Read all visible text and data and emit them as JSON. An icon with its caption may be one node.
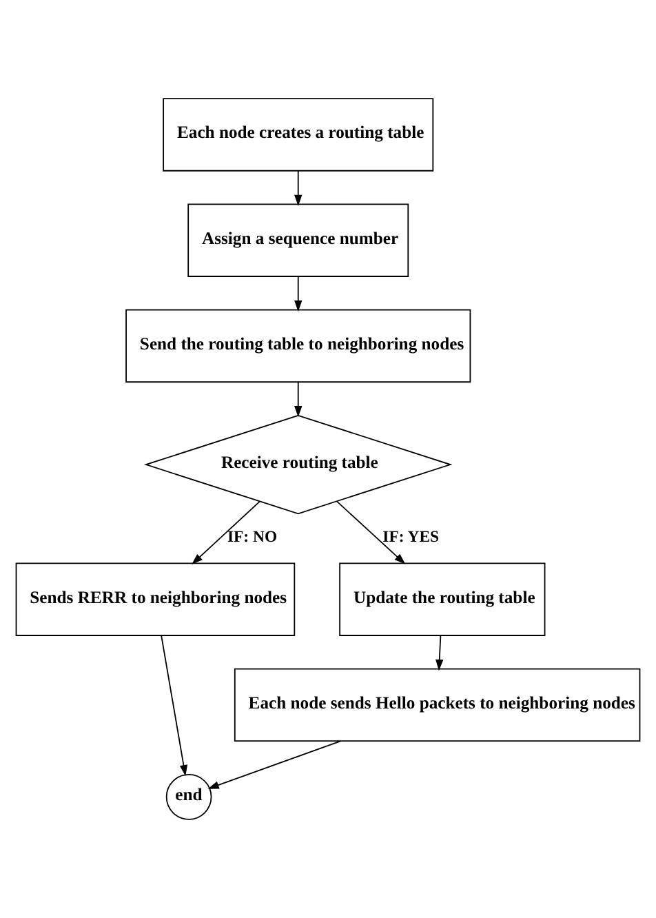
{
  "diagram": {
    "nodes": [
      {
        "text": [
          "Each node creates a routing table"
        ]
      },
      {
        "text": [
          "Assign a sequence number"
        ]
      },
      {
        "text": [
          "Send the routing table to neighboring nodes"
        ]
      },
      {
        "text": [
          "Receive routing table"
        ]
      },
      {
        "text": [
          "Sends RERR to neighboring nodes"
        ]
      },
      {
        "text": [
          "Update the routing table"
        ]
      },
      {
        "text": [
          "Each node sends Hello packets to neighboring nodes"
        ]
      },
      {
        "text": [
          "end"
        ]
      }
    ],
    "edges": [
      {
        "from": 0,
        "to": 1,
        "arrow": "to"
      },
      {
        "from": 1,
        "to": 2,
        "arrow": "to"
      },
      {
        "from": 2,
        "to": 3,
        "arrow": "to"
      },
      {
        "from": 3,
        "to": 4,
        "arrow": "to",
        "label": "IF: NO"
      },
      {
        "from": 3,
        "to": 5,
        "arrow": "to",
        "label": "IF: YES"
      },
      {
        "from": 5,
        "to": 6,
        "arrow": "to"
      },
      {
        "from": 4,
        "to": 7,
        "arrow": "to"
      },
      {
        "from": 6,
        "to": 7,
        "arrow": "to"
      }
    ]
  }
}
